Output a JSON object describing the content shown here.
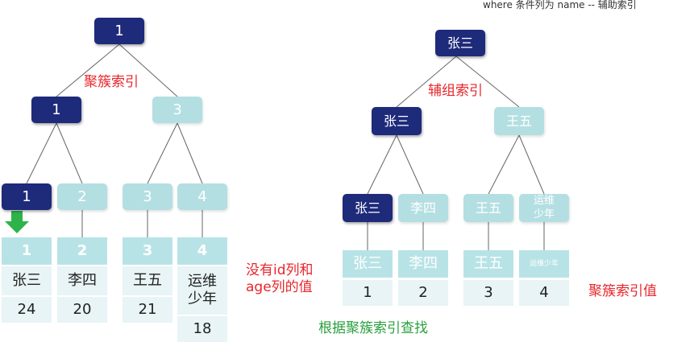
{
  "header_note": "where 条件列为 name -- 辅助索引",
  "colors": {
    "dark_node": "#1e2a7a",
    "light_node": "#b4dfe2",
    "key_cell": "#b8e3e6",
    "row_cell": "#e8f4f5",
    "red_label": "#e8262b",
    "green_label": "#2aa03e",
    "green_arrow": "#2db34a"
  },
  "clustered": {
    "title": "聚簇索引",
    "root": "1",
    "level2": [
      "1",
      "3"
    ],
    "leaves": [
      "1",
      "2",
      "3",
      "4"
    ],
    "rows": [
      {
        "id": "1",
        "name": "张三",
        "age": "24"
      },
      {
        "id": "2",
        "name": "李四",
        "age": "20"
      },
      {
        "id": "3",
        "name": "王五",
        "age": "21"
      },
      {
        "id": "4",
        "name": "运维\n少年",
        "age": "18"
      }
    ]
  },
  "secondary": {
    "title": "辅组索引",
    "root": "张三",
    "level2": [
      "张三",
      "王五"
    ],
    "leaves": [
      "张三",
      "李四",
      "王五",
      "运维\n少年"
    ],
    "rows": [
      {
        "name": "张三",
        "id": "1"
      },
      {
        "name": "李四",
        "id": "2"
      },
      {
        "name": "王五",
        "id": "3"
      },
      {
        "name": "运维少年",
        "id": "4"
      }
    ],
    "note_left": "没有id列和\nage列的值",
    "note_right": "聚簇索引值",
    "note_bottom": "根据聚簇索引查找"
  }
}
